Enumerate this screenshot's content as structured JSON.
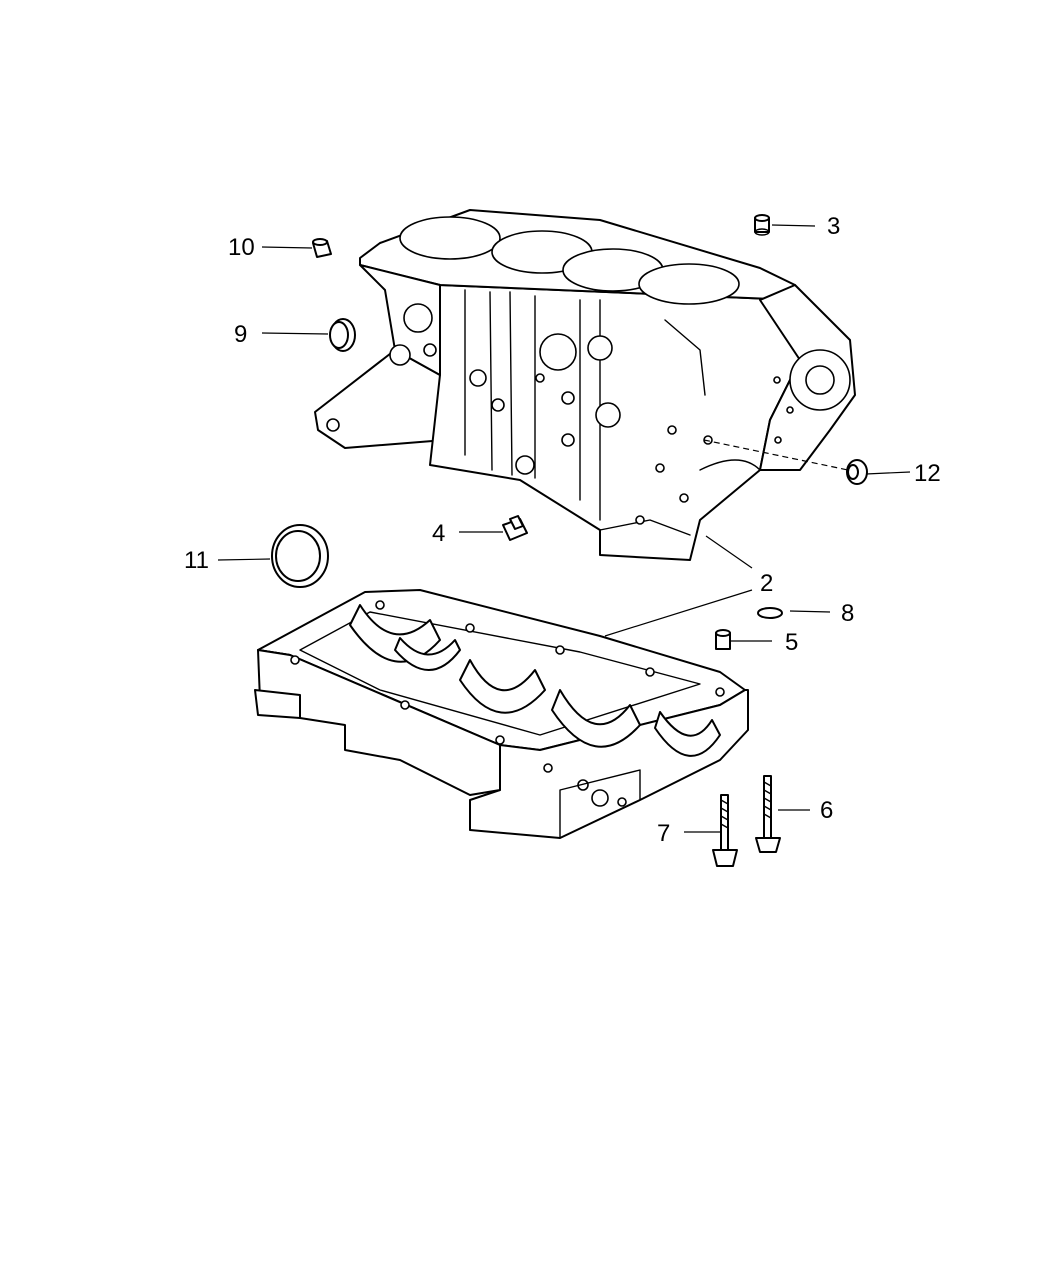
{
  "callouts": {
    "c2": "2",
    "c3": "3",
    "c4": "4",
    "c5": "5",
    "c6": "6",
    "c7": "7",
    "c8": "8",
    "c9": "9",
    "c10": "10",
    "c11": "11",
    "c12": "12"
  }
}
